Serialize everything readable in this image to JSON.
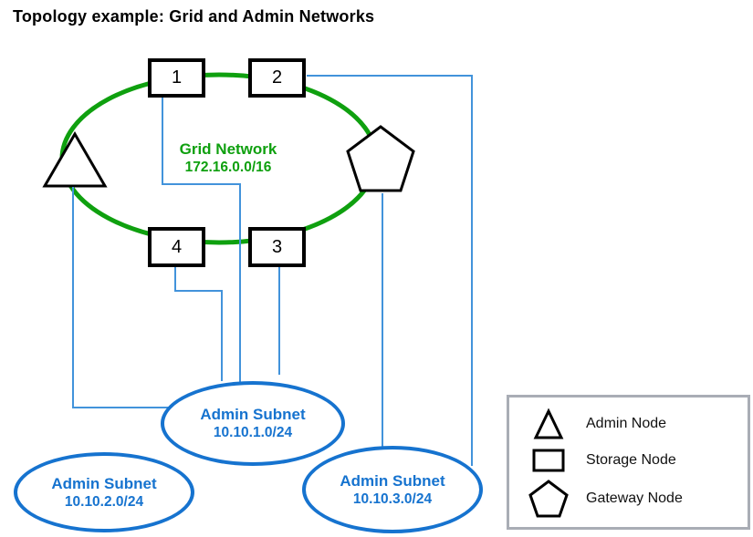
{
  "title": "Topology example: Grid and Admin Networks",
  "colors": {
    "grid_green": "#0fa00f",
    "subnet_blue": "#1673cf",
    "connector_blue": "#4293db",
    "legend_gray": "#a9adb5",
    "node_black": "#000000"
  },
  "grid_network": {
    "name": "Grid Network",
    "cidr": "172.16.0.0/16"
  },
  "storage_nodes": [
    {
      "id": "1"
    },
    {
      "id": "2"
    },
    {
      "id": "3"
    },
    {
      "id": "4"
    }
  ],
  "admin_subnets": [
    {
      "name": "Admin Subnet",
      "cidr": "10.10.1.0/24"
    },
    {
      "name": "Admin Subnet",
      "cidr": "10.10.2.0/24"
    },
    {
      "name": "Admin Subnet",
      "cidr": "10.10.3.0/24"
    }
  ],
  "legend": {
    "items": [
      {
        "icon": "triangle",
        "label": "Admin Node"
      },
      {
        "icon": "rectangle",
        "label": "Storage Node"
      },
      {
        "icon": "pentagon",
        "label": "Gateway Node"
      }
    ]
  }
}
